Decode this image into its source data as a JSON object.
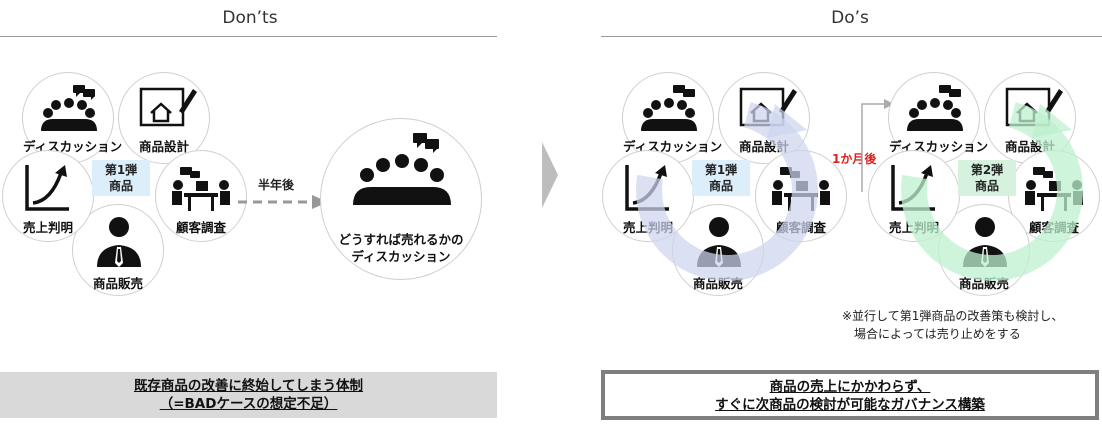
{
  "left": {
    "title": "Don’ts",
    "cycle": {
      "discussion": "ディスカッション",
      "design": "商品設計",
      "research": "顧客調査",
      "sales": "商品販売",
      "judge": "売上判明",
      "center": [
        "第1弾",
        "商品"
      ]
    },
    "arrow_label": "半年後",
    "result_label": [
      "どうすれば売れるかの",
      "ディスカッション"
    ],
    "banner": [
      "既存商品の改善に終始してしまう体制",
      "（=BADケースの想定不足）"
    ]
  },
  "right": {
    "title": "Do’s",
    "cycle1": {
      "discussion": "ディスカッション",
      "design": "商品設計",
      "research": "顧客調査",
      "sales": "商品販売",
      "judge": "売上判明",
      "center": [
        "第1弾",
        "商品"
      ]
    },
    "arrow_label": "1か月後",
    "cycle2": {
      "discussion": "ディスカッション",
      "design": "商品設計",
      "research": "顧客調査",
      "sales": "商品販売",
      "judge": "売上判明",
      "center": [
        "第2弾",
        "商品"
      ]
    },
    "note": [
      "※並行して第1弾商品の改善策も検討し、",
      "場合によっては売り止めをする"
    ],
    "banner": [
      "商品の売上にかかわらず、",
      "すぐに次商品の検討が可能なガバナンス構築"
    ]
  },
  "colors": {
    "center_box_blue": "#dceefa",
    "center_box_green": "#d6f2de",
    "cycle_arrow_blue": "#cdd6ee",
    "cycle_arrow_green": "#bdf0cf",
    "arrow_label_red": "#e02020",
    "left_banner_bg": "#d9d9d9",
    "right_banner_border": "#7f7f7f"
  },
  "icons": [
    "people-meeting-icon",
    "blueprint-house-icon",
    "desk-worker-icon",
    "businessman-icon",
    "growth-chart-icon",
    "large-meeting-icon",
    "dashed-arrow-icon",
    "chevron-right-icon"
  ]
}
